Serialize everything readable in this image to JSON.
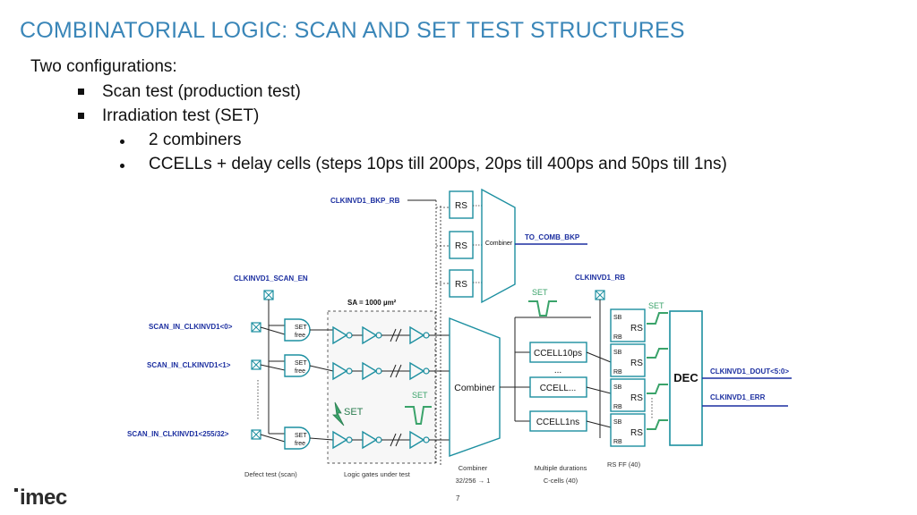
{
  "slide": {
    "title": "COMBINATORIAL LOGIC: SCAN AND SET TEST STRUCTURES",
    "intro": "Two configurations:",
    "items": [
      {
        "text": "Scan test (production test)"
      },
      {
        "text": "Irradiation test (SET)",
        "subitems": [
          "2 combiners",
          "CCELLs + delay cells (steps 10ps till 200ps, 20ps till 400ps and 50ps till 1ns)"
        ]
      }
    ],
    "page_number": "7",
    "logo": "imec"
  },
  "diagram": {
    "top_clock": "CLKINVD1_BKP_RB",
    "top_rs": [
      "RS",
      "RS",
      "RS"
    ],
    "top_combiner": "Combiner",
    "to_comb_bkp": "TO_COMB_BKP",
    "scan_en": "CLKINVD1_SCAN_EN",
    "sa_label": "SA = 1000 µm²",
    "inputs": [
      "SCAN_IN_CLKINVD1<0>",
      "SCAN_IN_CLKINVD1<1>",
      "SCAN_IN_CLKINVD1<255/32>"
    ],
    "set_free": [
      "SET",
      "free"
    ],
    "set_label": "SET",
    "main_combiner": "Combiner",
    "ccells": [
      "CCELL10ps",
      "CCELL...",
      "CCELL1ns"
    ],
    "ellipsis": "...",
    "clk_rb": "CLKINVD1_RB",
    "rs_ff": [
      "RS",
      "RS",
      "RS",
      "RS"
    ],
    "sb": "SB",
    "rb": "RB",
    "dec": "DEC",
    "dout": "CLKINVD1_DOUT<5:0>",
    "err": "CLKINVD1_ERR",
    "captions": {
      "defect": "Defect test (scan)",
      "logic": "Logic gates under test",
      "combiner_line1": "Combiner",
      "combiner_line2": "32/256 → 1",
      "durations_line1": "Multiple durations",
      "durations_line2": "C-cells (40)",
      "rsff": "RS FF (40)"
    },
    "colors": {
      "title": "#3a86b8",
      "signal_blue": "#1c2fa0",
      "green": "#3aa36a",
      "block_outline": "#1c8fa0"
    }
  }
}
